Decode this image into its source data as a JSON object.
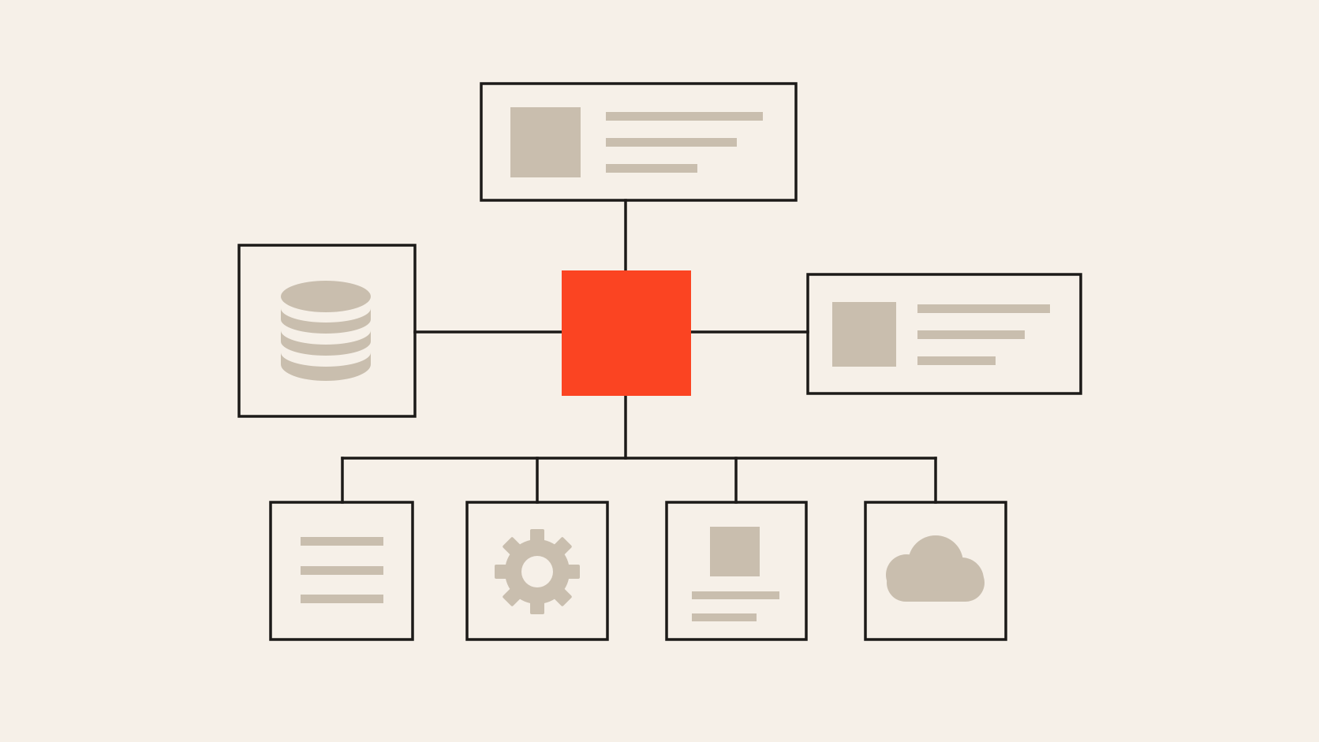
{
  "colors": {
    "background": "#f6f0e8",
    "outline": "#1c1a18",
    "placeholder": "#c9beae",
    "accent": "#fb4422"
  },
  "nodes": {
    "hub": {
      "kind": "accent-square"
    },
    "top": {
      "kind": "card-image-text",
      "text_lines": 3
    },
    "left": {
      "kind": "icon-card",
      "icon": "database-icon"
    },
    "right": {
      "kind": "card-image-text",
      "text_lines": 3
    },
    "children": [
      {
        "kind": "icon-card",
        "icon": "text-lines-icon"
      },
      {
        "kind": "icon-card",
        "icon": "gear-icon"
      },
      {
        "kind": "icon-card",
        "icon": "image-caption-icon"
      },
      {
        "kind": "icon-card",
        "icon": "cloud-icon"
      }
    ]
  }
}
